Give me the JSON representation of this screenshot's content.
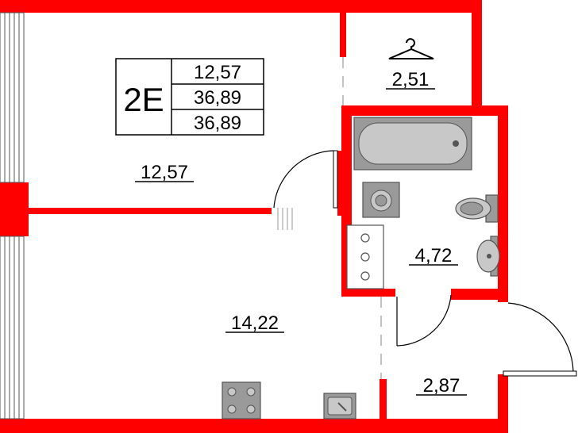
{
  "info_table": {
    "code": "2E",
    "rows": [
      "12,57",
      "36,89",
      "36,89"
    ]
  },
  "rooms": {
    "bedroom_area": "12,57",
    "wardrobe_area": "2,51",
    "bathroom_area": "4,72",
    "living_area": "14,22",
    "hall_area": "2,87"
  },
  "colors": {
    "wall": "#ff0000",
    "fixture": "#9a9a9a"
  },
  "icons": [
    "hanger-icon",
    "bathtub-icon",
    "washing-machine-icon",
    "toilet-icon",
    "sink-icon",
    "stove-icon",
    "kitchen-sink-icon"
  ]
}
